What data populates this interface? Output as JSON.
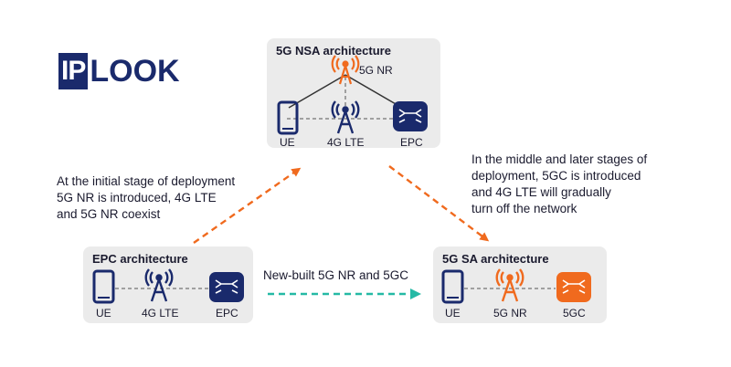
{
  "logo": {
    "ip": "IP",
    "rest": "LOOK"
  },
  "nsa": {
    "title": "5G NSA architecture",
    "nr_label": "5G NR",
    "ue_label": "UE",
    "lte_label": "4G LTE",
    "epc_label": "EPC"
  },
  "epc": {
    "title": "EPC architecture",
    "ue_label": "UE",
    "lte_label": "4G LTE",
    "epc_label": "EPC"
  },
  "sa": {
    "title": "5G SA architecture",
    "ue_label": "UE",
    "nr_label": "5G NR",
    "core_label": "5GC"
  },
  "notes": {
    "initial": [
      "At the initial stage of deployment",
      "5G NR is introduced, 4G LTE",
      "and 5G NR coexist"
    ],
    "later": [
      "In the middle and later stages of",
      "deployment, 5GC is introduced",
      "and 4G LTE will gradually",
      "turn off the network"
    ],
    "newbuilt": "New-built 5G NR and 5GC"
  },
  "colors": {
    "navy": "#1a2a6c",
    "orange": "#f06a1e",
    "teal": "#25b9a5",
    "box": "#ebebeb"
  }
}
